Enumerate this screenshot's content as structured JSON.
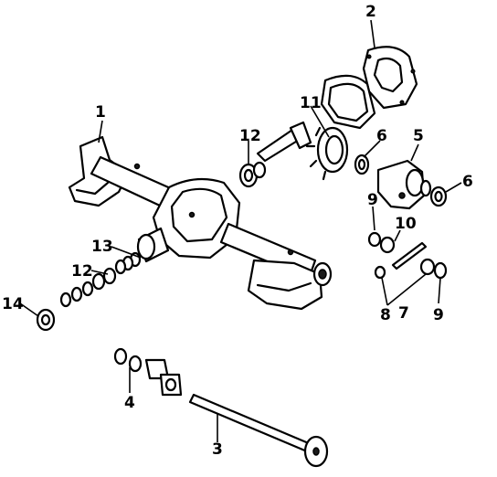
{
  "diagram": {
    "callouts": [
      {
        "id": "c1",
        "text": "1"
      },
      {
        "id": "c2",
        "text": "2"
      },
      {
        "id": "c3",
        "text": "3"
      },
      {
        "id": "c4",
        "text": "4"
      },
      {
        "id": "c5",
        "text": "5"
      },
      {
        "id": "c6a",
        "text": "6"
      },
      {
        "id": "c6b",
        "text": "6"
      },
      {
        "id": "c7",
        "text": "7"
      },
      {
        "id": "c8",
        "text": "8"
      },
      {
        "id": "c9a",
        "text": "9"
      },
      {
        "id": "c9b",
        "text": "9"
      },
      {
        "id": "c10",
        "text": "10"
      },
      {
        "id": "c11",
        "text": "11"
      },
      {
        "id": "c12a",
        "text": "12"
      },
      {
        "id": "c12b",
        "text": "12"
      },
      {
        "id": "c13",
        "text": "13"
      },
      {
        "id": "c14",
        "text": "14"
      }
    ]
  }
}
